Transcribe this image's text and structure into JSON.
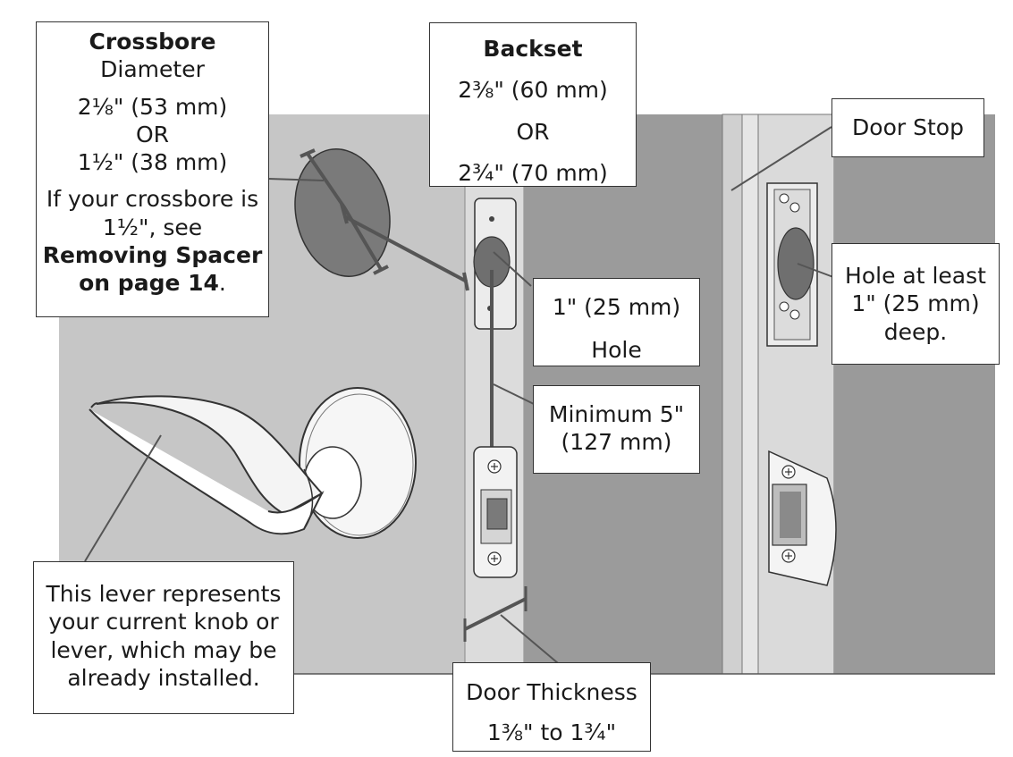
{
  "crossbore": {
    "title": "Crossbore",
    "subtitle": "Diameter",
    "size_1": "2⅛\" (53 mm)",
    "or": "OR",
    "size_2": "1½\" (38 mm)",
    "note_1": "If your crossbore is",
    "note_2": "1½\", see",
    "ref_1": "Removing Spacer",
    "ref_2": "on page 14",
    "ref_end": "."
  },
  "backset": {
    "title": "Backset",
    "size_1": "2⅜\" (60 mm)",
    "or": "OR",
    "size_2": "2¾\" (70 mm)"
  },
  "door_stop": {
    "label": "Door Stop"
  },
  "hole": {
    "size": "1\" (25 mm)",
    "label": "Hole"
  },
  "minimum": {
    "line_1": "Minimum 5\"",
    "line_2": "(127 mm)"
  },
  "hole_depth": {
    "line_1": "Hole at least",
    "line_2": "1\" (25 mm)",
    "line_3": "deep."
  },
  "lever_note": {
    "line_1": "This lever represents",
    "line_2": "your current knob or",
    "line_3": "lever, which may be",
    "line_4": "already installed."
  },
  "door_thickness": {
    "title": "Door Thickness",
    "range": "1⅜\" to 1¾\""
  },
  "colors": {
    "door_face": "#c6c6c6",
    "door_edge": "#dadada",
    "frame_dark": "#9a9a9a",
    "outline": "#2b2b2b",
    "leader": "#555555"
  }
}
